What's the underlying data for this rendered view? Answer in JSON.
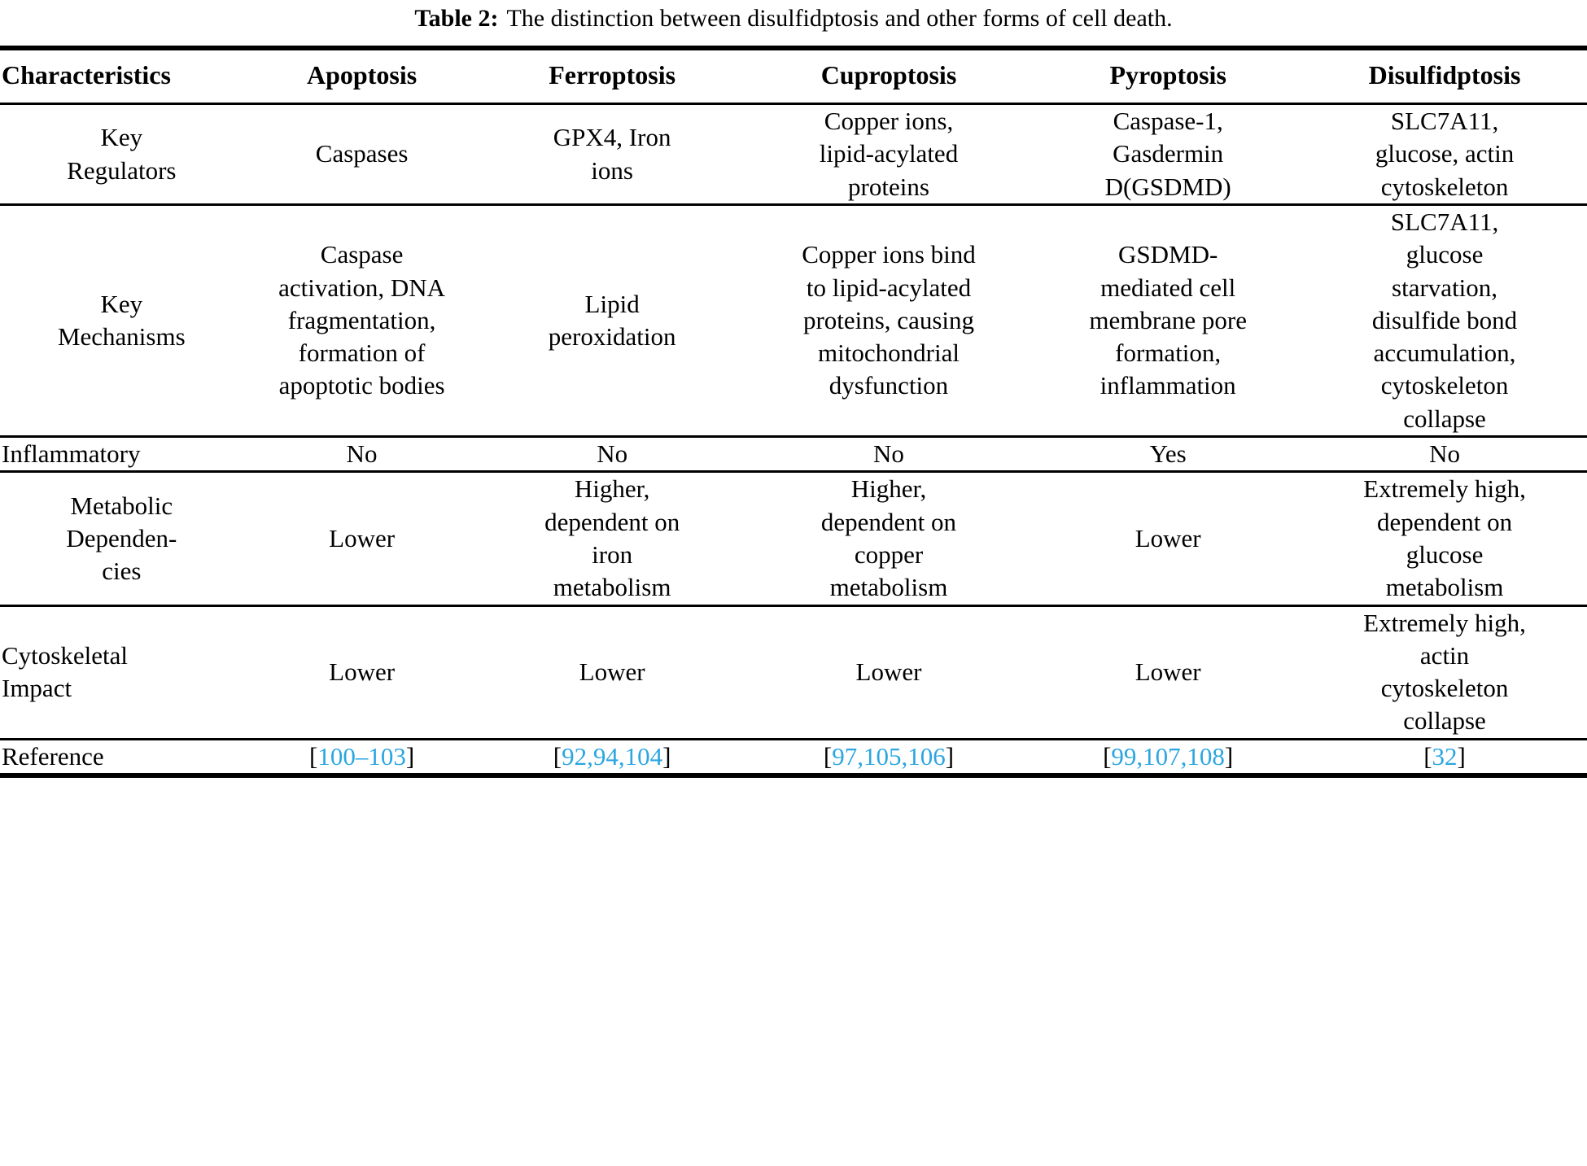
{
  "caption": {
    "label": "Table 2:",
    "text": "The distinction between disulfidptosis and other forms of cell death."
  },
  "table": {
    "columns": [
      "Characteristics",
      "Apoptosis",
      "Ferroptosis",
      "Cuproptosis",
      "Pyroptosis",
      "Disulfidptosis"
    ],
    "rows": [
      {
        "header": "Key\nRegulators",
        "cells": [
          "Caspases",
          "GPX4, Iron\nions",
          "Copper ions,\nlipid-acylated\nproteins",
          "Caspase-1,\nGasdermin\nD(GSDMD)",
          "SLC7A11,\nglucose, actin\ncytoskeleton"
        ]
      },
      {
        "header": "Key\nMechanisms",
        "cells": [
          "Caspase\nactivation, DNA\nfragmentation,\nformation of\napoptotic bodies",
          "Lipid\nperoxidation",
          "Copper ions bind\nto lipid-acylated\nproteins, causing\nmitochondrial\ndysfunction",
          "GSDMD-\nmediated cell\nmembrane pore\nformation,\ninflammation",
          "SLC7A11,\nglucose\nstarvation,\ndisulfide bond\naccumulation,\ncytoskeleton\ncollapse"
        ]
      },
      {
        "header": "Inflammatory",
        "cells": [
          "No",
          "No",
          "No",
          "Yes",
          "No"
        ]
      },
      {
        "header": "Metabolic\nDependen-\ncies",
        "cells": [
          "Lower",
          "Higher,\ndependent on\niron\nmetabolism",
          "Higher,\ndependent on\ncopper\nmetabolism",
          "Lower",
          "Extremely high,\ndependent on\nglucose\nmetabolism"
        ]
      },
      {
        "header": "Cytoskeletal\nImpact",
        "cells": [
          "Lower",
          "Lower",
          "Lower",
          "Lower",
          "Extremely high,\nactin\ncytoskeleton\ncollapse"
        ]
      }
    ],
    "reference_row": {
      "header": "Reference",
      "cells": [
        {
          "open": "[",
          "nums": "100–103",
          "close": "]"
        },
        {
          "open": "[",
          "nums": "92,94,104",
          "close": "]"
        },
        {
          "open": "[",
          "nums": "97,105,106",
          "close": "]"
        },
        {
          "open": "[",
          "nums": "99,107,108",
          "close": "]"
        },
        {
          "open": "[",
          "nums": "32",
          "close": "]"
        }
      ]
    }
  },
  "colors": {
    "citation_blue": "#2ba6e0",
    "text_black": "#000000",
    "background": "#ffffff"
  }
}
